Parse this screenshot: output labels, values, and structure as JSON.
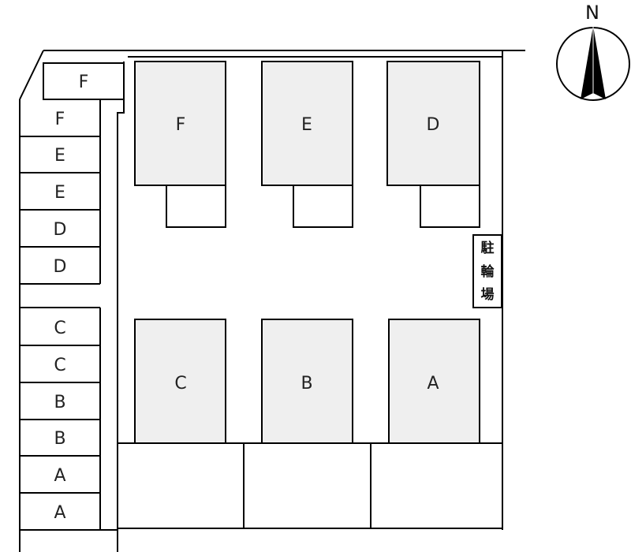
{
  "compass": {
    "north_label": "N"
  },
  "colors": {
    "building_fill": "#efefef",
    "line": "#000000",
    "background": "#ffffff"
  },
  "buildings": {
    "top": [
      "F",
      "E",
      "D"
    ],
    "bottom": [
      "C",
      "B",
      "A"
    ]
  },
  "parking": {
    "angled_slot": "F",
    "left_column_top": [
      "F",
      "E",
      "E",
      "D",
      "D"
    ],
    "left_column_bottom": [
      "C",
      "C",
      "B",
      "B",
      "A",
      "A"
    ]
  },
  "bicycle_parking": {
    "chars": [
      "駐",
      "輪",
      "場"
    ]
  }
}
